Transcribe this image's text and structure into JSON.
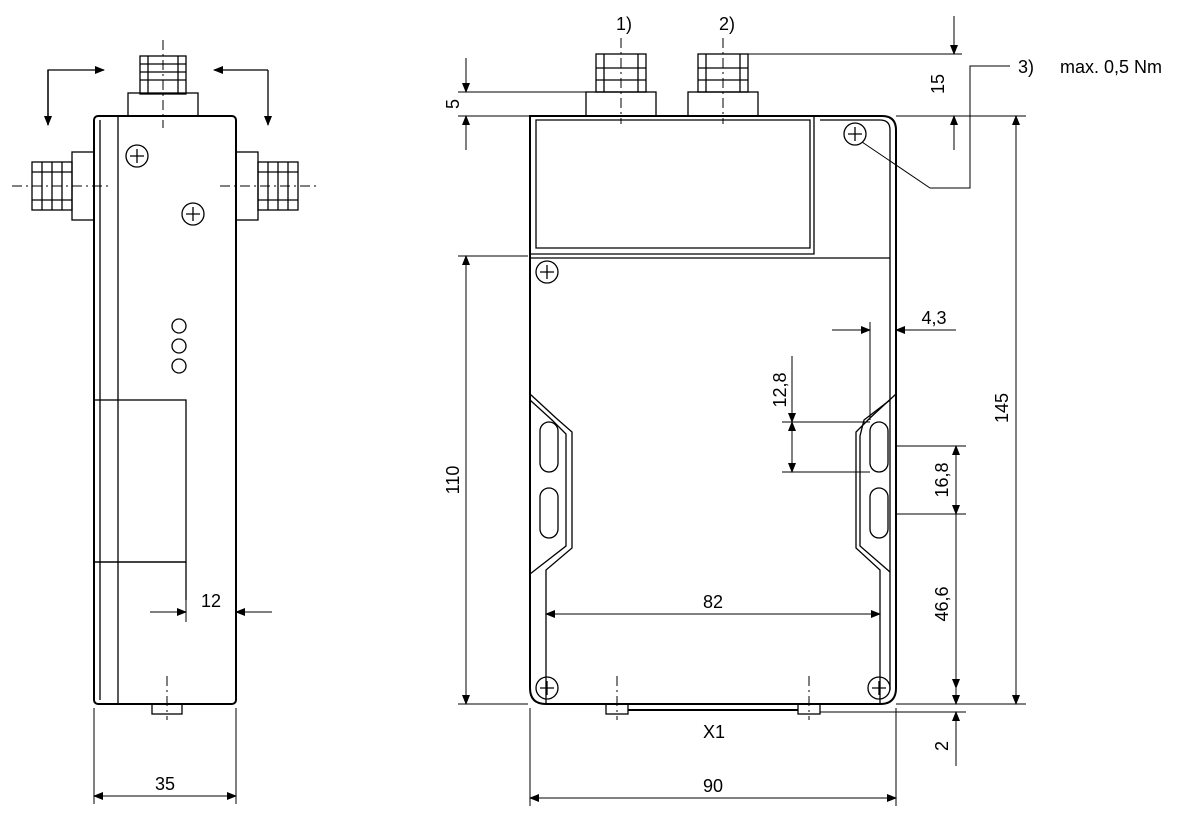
{
  "dimensions": {
    "side_width": "35",
    "side_depth": "12",
    "front_width": "90",
    "hole_spacing": "82",
    "height_total": "145",
    "height_lower": "110",
    "connector_height": "15",
    "connector_nut": "5",
    "slot_offset": "4,3",
    "slot_length": "12,8",
    "slot_pitch": "16,8",
    "slot_bottom": "46,6",
    "bottom_offset": "2"
  },
  "callouts": {
    "c1": "1)",
    "c2": "2)",
    "c3": "3)",
    "torque": "max. 0,5 Nm",
    "x1": "X1"
  }
}
